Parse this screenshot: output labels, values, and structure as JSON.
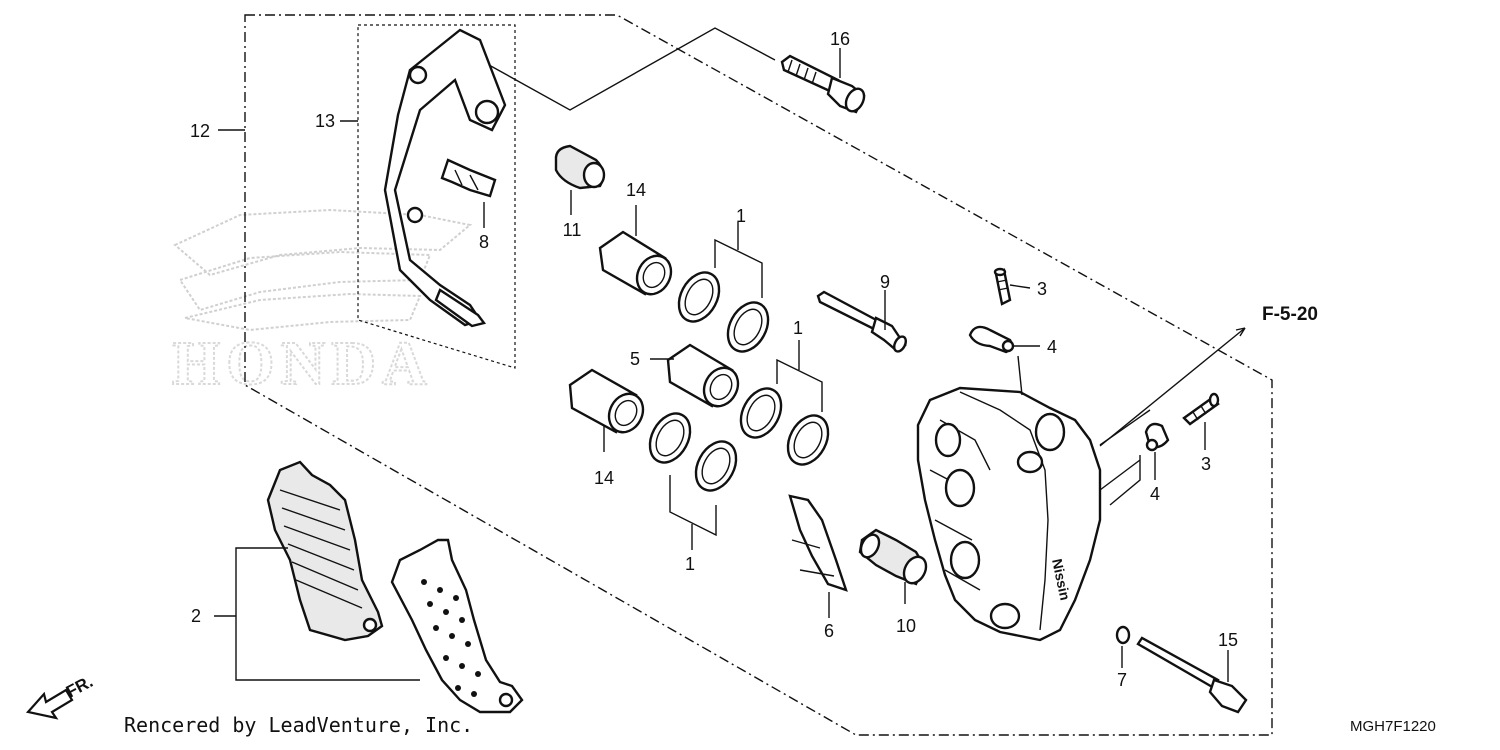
{
  "diagram": {
    "callouts": [
      {
        "id": "c1a",
        "label": "1"
      },
      {
        "id": "c1b",
        "label": "1"
      },
      {
        "id": "c1c",
        "label": "1"
      },
      {
        "id": "c2",
        "label": "2"
      },
      {
        "id": "c3a",
        "label": "3"
      },
      {
        "id": "c3b",
        "label": "3"
      },
      {
        "id": "c4a",
        "label": "4"
      },
      {
        "id": "c4b",
        "label": "4"
      },
      {
        "id": "c5",
        "label": "5"
      },
      {
        "id": "c6",
        "label": "6"
      },
      {
        "id": "c7",
        "label": "7"
      },
      {
        "id": "c8",
        "label": "8"
      },
      {
        "id": "c9",
        "label": "9"
      },
      {
        "id": "c10",
        "label": "10"
      },
      {
        "id": "c11",
        "label": "11"
      },
      {
        "id": "c12",
        "label": "12"
      },
      {
        "id": "c13",
        "label": "13"
      },
      {
        "id": "c14a",
        "label": "14"
      },
      {
        "id": "c14b",
        "label": "14"
      },
      {
        "id": "c15",
        "label": "15"
      },
      {
        "id": "c16",
        "label": "16"
      }
    ],
    "reference_label": "F-5-20",
    "front_arrow_label": "FR.",
    "watermark": "HONDA",
    "credit": "Rencered by LeadVenture, Inc.",
    "diagram_code": "MGH7F1220",
    "caliper_marking": "Nissin"
  }
}
